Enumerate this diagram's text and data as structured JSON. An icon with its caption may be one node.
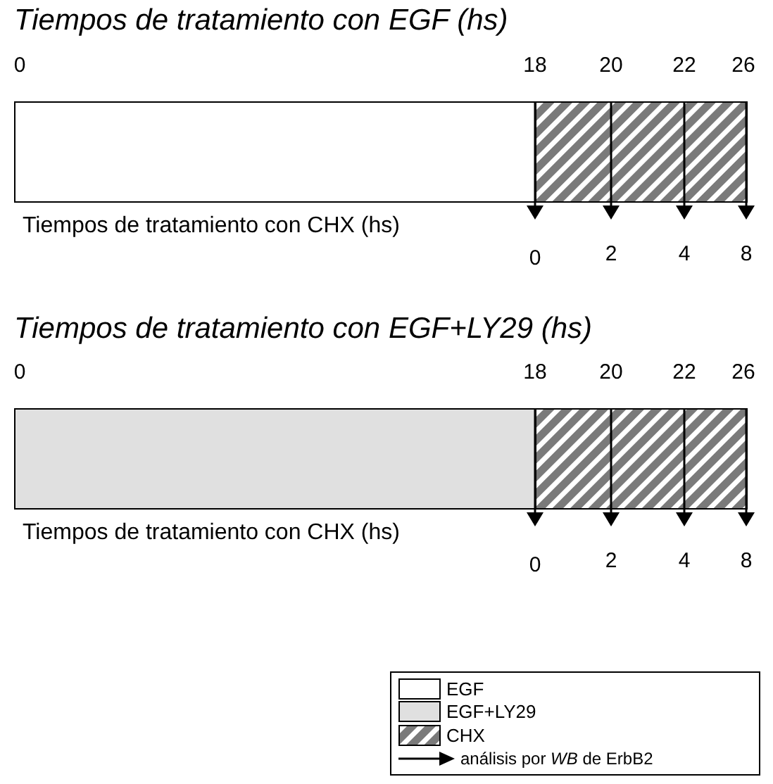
{
  "diagram": {
    "nodes": [
      {
        "text": [],
        "shape": "bar"
      },
      {
        "text": [],
        "shape": "bar"
      },
      {
        "text": [],
        "shape": "bar"
      },
      {
        "text": [],
        "shape": "bar"
      }
    ],
    "labels": [
      "Tiempos de tratamiento con EGF (hs)",
      "0",
      "18",
      "20",
      "22",
      "26",
      "Tiempos de tratamiento con CHX (hs)",
      "0",
      "2",
      "4",
      "8",
      "Tiempos de tratamiento con EGF+LY29 (hs)",
      "0",
      "18",
      "20",
      "22",
      "26",
      "Tiempos de tratamiento con CHX (hs)",
      "0",
      "2",
      "4",
      "8"
    ],
    "legend": [
      {
        "text": "EGF",
        "color": "#ffffff"
      },
      {
        "text": "EGF+LY29",
        "color": "#e0e0e0"
      },
      {
        "text": "CHX"
      },
      {
        "text": "análisis por *WB* de ErbB2"
      }
    ]
  }
}
